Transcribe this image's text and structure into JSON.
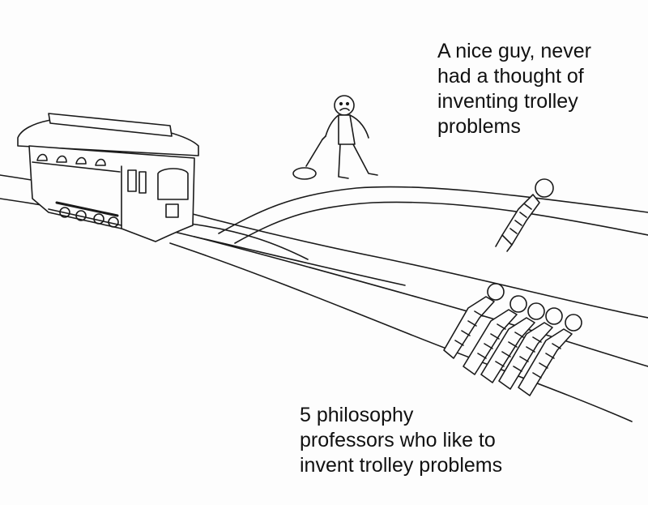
{
  "captions": {
    "one_person": {
      "lines": [
        "A nice guy, never",
        "had a thought of",
        "inventing trolley",
        "problems"
      ]
    },
    "five_people": {
      "lines": [
        "5 philosophy",
        "professors who like to",
        "invent trolley problems"
      ]
    }
  },
  "colors": {
    "ink": "#1a1a1a",
    "paper": "#fdfdfd",
    "text": "#111111"
  }
}
